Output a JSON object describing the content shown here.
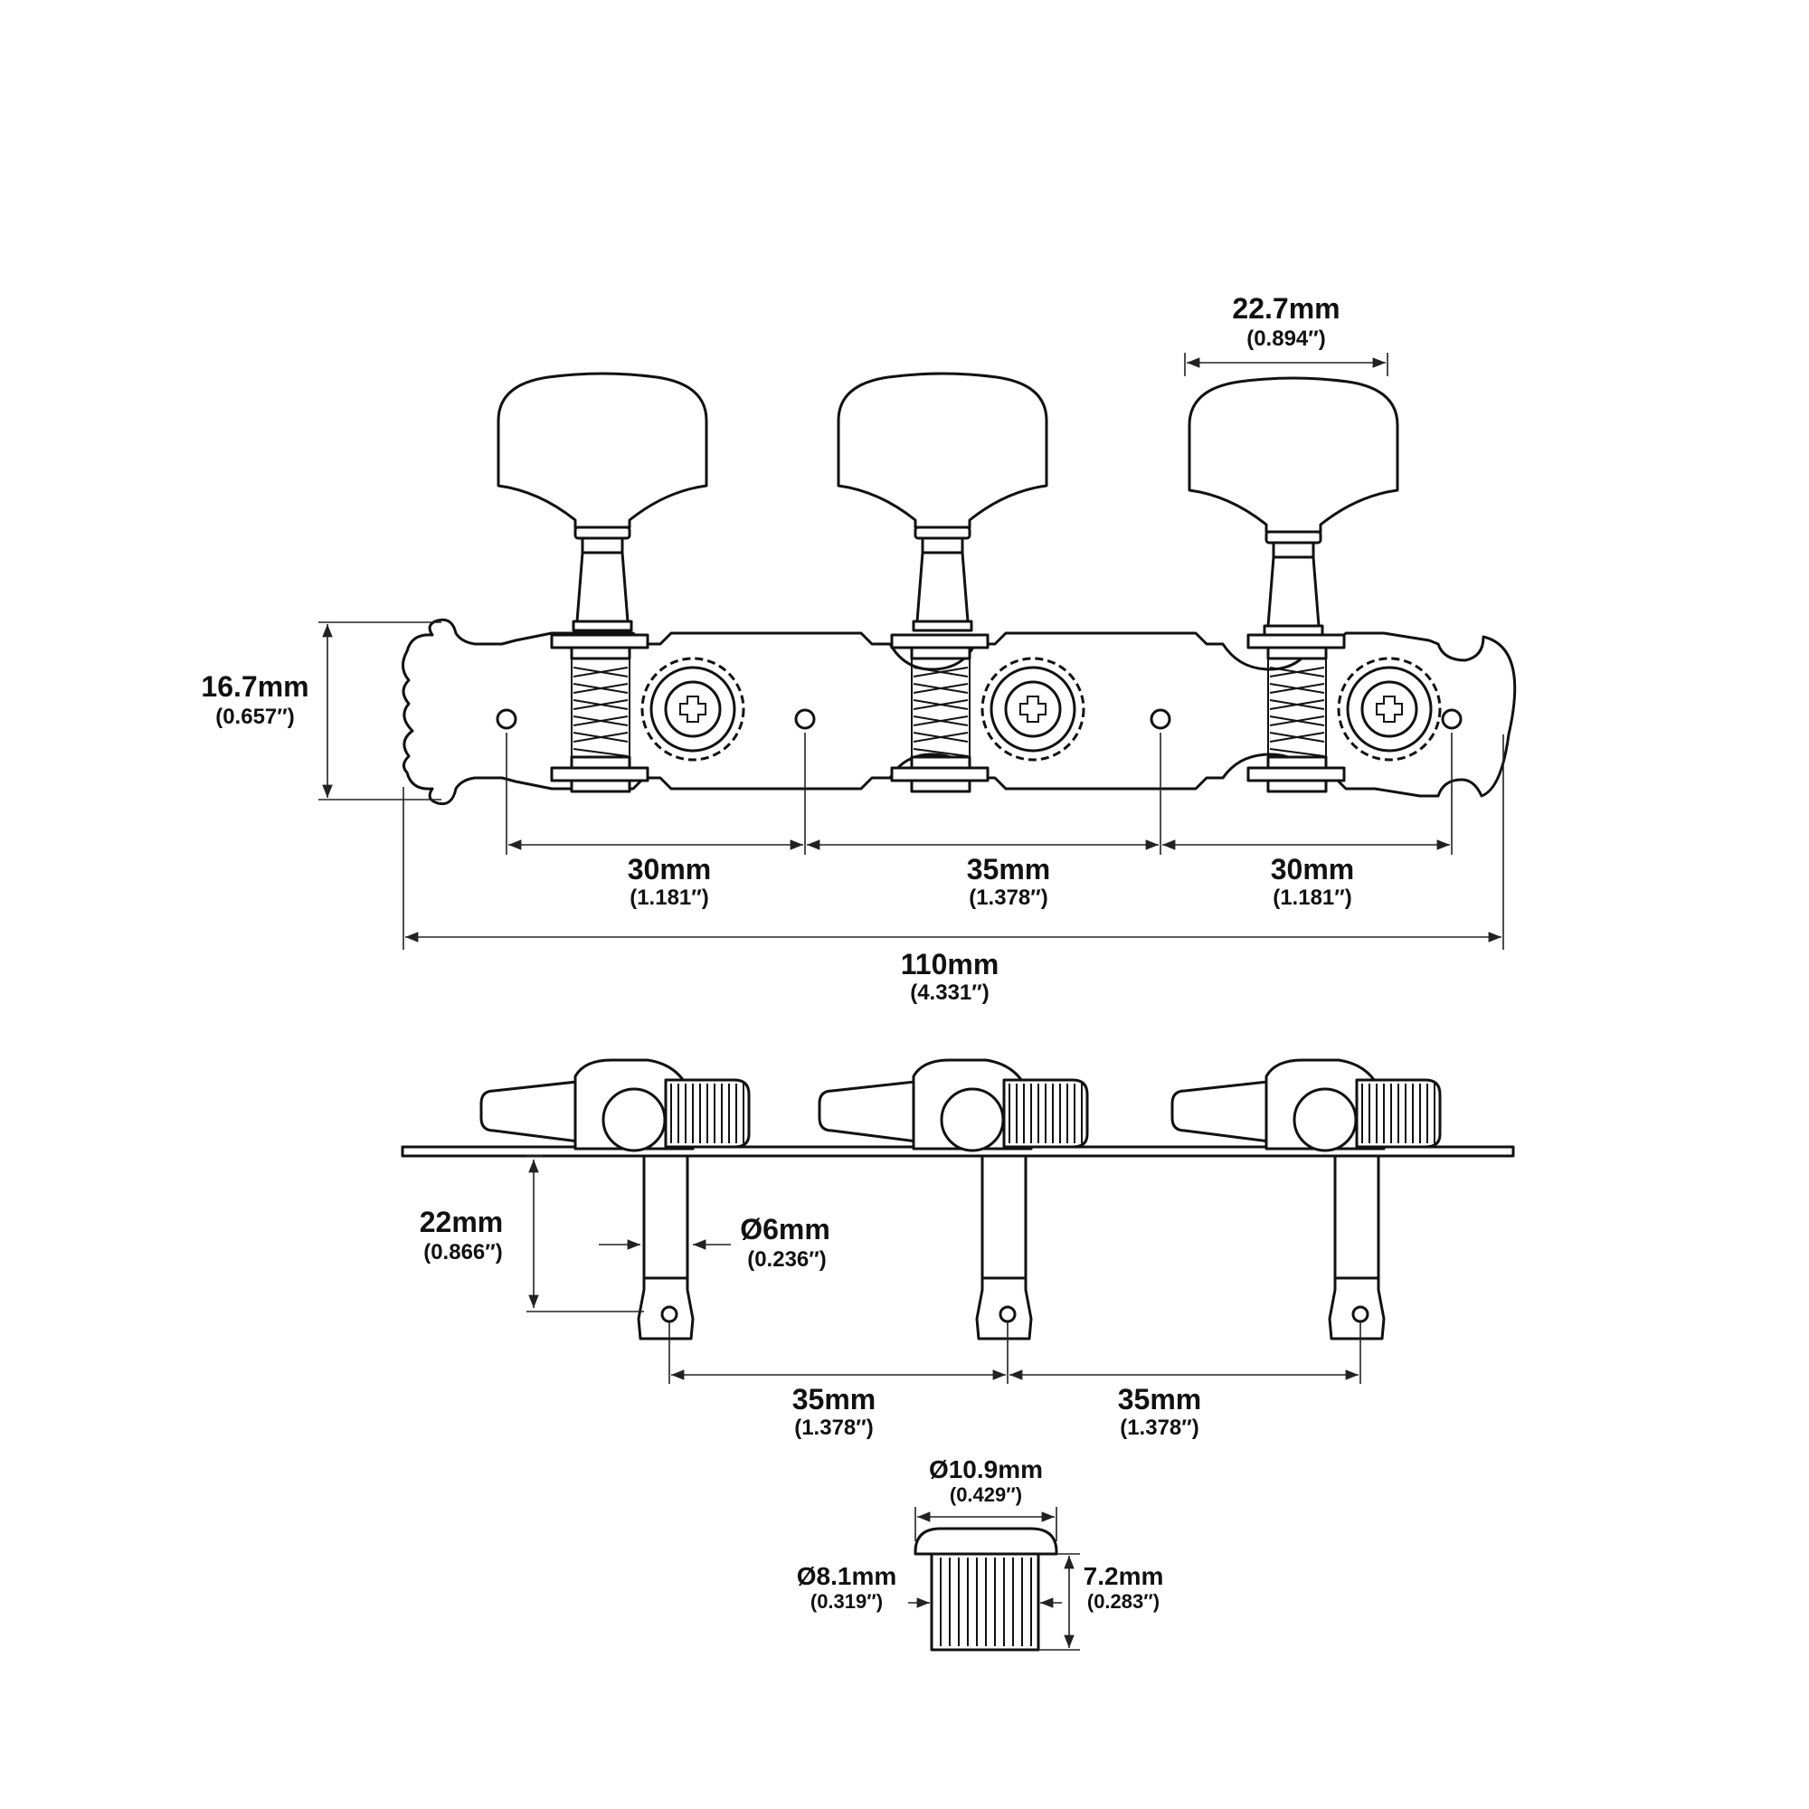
{
  "colors": {
    "line": "#111111",
    "background": "#ffffff"
  },
  "top_view": {
    "button_width": {
      "mm": "22.7mm",
      "inch": "(0.894″)"
    },
    "plate_height": {
      "mm": "16.7mm",
      "inch": "(0.657″)"
    },
    "spacing_1": {
      "mm": "30mm",
      "inch": "(1.181″)"
    },
    "spacing_2": {
      "mm": "35mm",
      "inch": "(1.378″)"
    },
    "spacing_3": {
      "mm": "30mm",
      "inch": "(1.181″)"
    },
    "overall_length": {
      "mm": "110mm",
      "inch": "(4.331″)"
    }
  },
  "side_view": {
    "post_length": {
      "mm": "22mm",
      "inch": "(0.866″)"
    },
    "post_diameter": {
      "mm": "Ø6mm",
      "inch": "(0.236″)"
    },
    "post_spacing_1": {
      "mm": "35mm",
      "inch": "(1.378″)"
    },
    "post_spacing_2": {
      "mm": "35mm",
      "inch": "(1.378″)"
    }
  },
  "roller_view": {
    "cap_diameter": {
      "mm": "Ø10.9mm",
      "inch": "(0.429″)"
    },
    "body_diameter": {
      "mm": "Ø8.1mm",
      "inch": "(0.319″)"
    },
    "height": {
      "mm": "7.2mm",
      "inch": "(0.283″)"
    }
  }
}
